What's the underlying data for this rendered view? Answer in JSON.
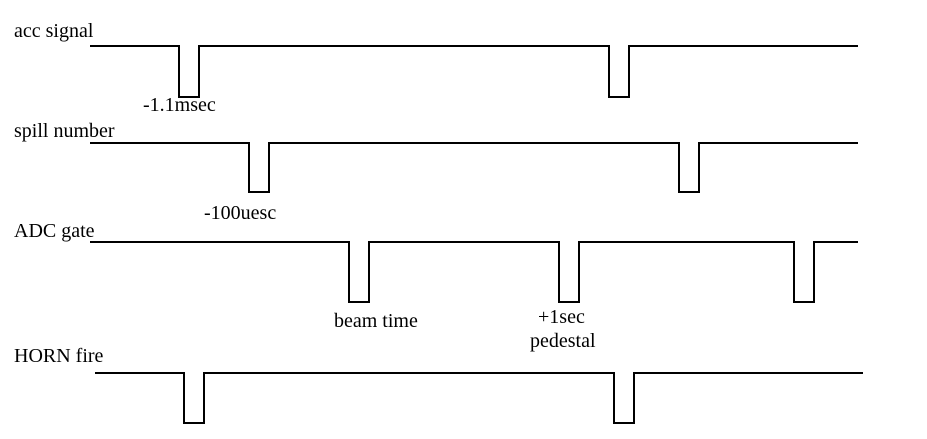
{
  "signals": [
    {
      "name": "acc signal"
    },
    {
      "name": "spill number"
    },
    {
      "name": "ADC gate"
    },
    {
      "name": "HORN fire"
    }
  ],
  "annotations": {
    "acc_offset": "-1.1msec",
    "spill_offset": "-100uesc",
    "beam_time": "beam time",
    "pedestal_line1": "+1sec",
    "pedestal_line2": "pedestal"
  },
  "colors": {
    "line": "#000000",
    "background": "#ffffff"
  }
}
